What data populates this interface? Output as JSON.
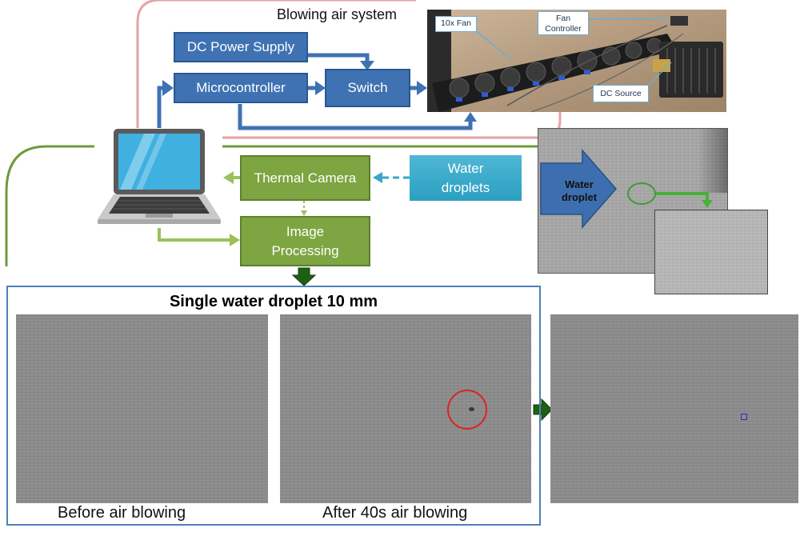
{
  "diagram": {
    "system_title": "Blowing air system",
    "boxes": {
      "dc_power_supply": "DC Power Supply",
      "microcontroller": "Microcontroller",
      "switch": "Switch",
      "thermal_camera": "Thermal Camera",
      "water_droplets": "Water droplets",
      "image_processing": "Image Processing"
    },
    "photo_callouts": {
      "fan": "10x Fan",
      "fan_controller": "Fan Controller",
      "dc_source": "DC Source"
    },
    "inset_arrow_label": "Water droplet",
    "results": {
      "title": "Single water droplet 10 mm",
      "before_caption": "Before air blowing",
      "after_caption": "After 40s air blowing"
    },
    "colors": {
      "blue_box": "#3f72b3",
      "green_box": "#7da541",
      "cyan_box": "#2b9fc1",
      "pink_outline": "#e5a3a6",
      "green_outline": "#6f9a3c",
      "results_frame": "#4f7fbd",
      "detection_circle": "#e02020",
      "detection_marker": "#2c2cd0"
    }
  }
}
